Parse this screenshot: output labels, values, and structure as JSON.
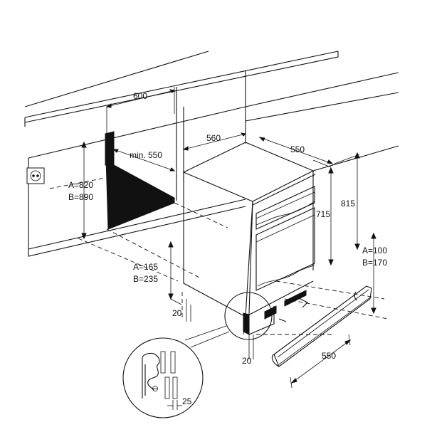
{
  "dimensions": {
    "niche_width": "600",
    "niche_inner": "560",
    "niche_depth_min": "min. 550",
    "niche_height_a": "A=820",
    "niche_height_b": "B=890",
    "appliance_depth": "550",
    "appliance_height_body": "715",
    "appliance_height_total": "815",
    "plinth_height_a": "A=100",
    "plinth_height_b": "B=170",
    "vent_a": "A=165",
    "vent_b": "B=235",
    "side_gap": "20",
    "bottom_gap": "20",
    "plinth_length": "550",
    "detail_gap": "25"
  },
  "icons": {
    "socket": "power-socket-icon"
  }
}
